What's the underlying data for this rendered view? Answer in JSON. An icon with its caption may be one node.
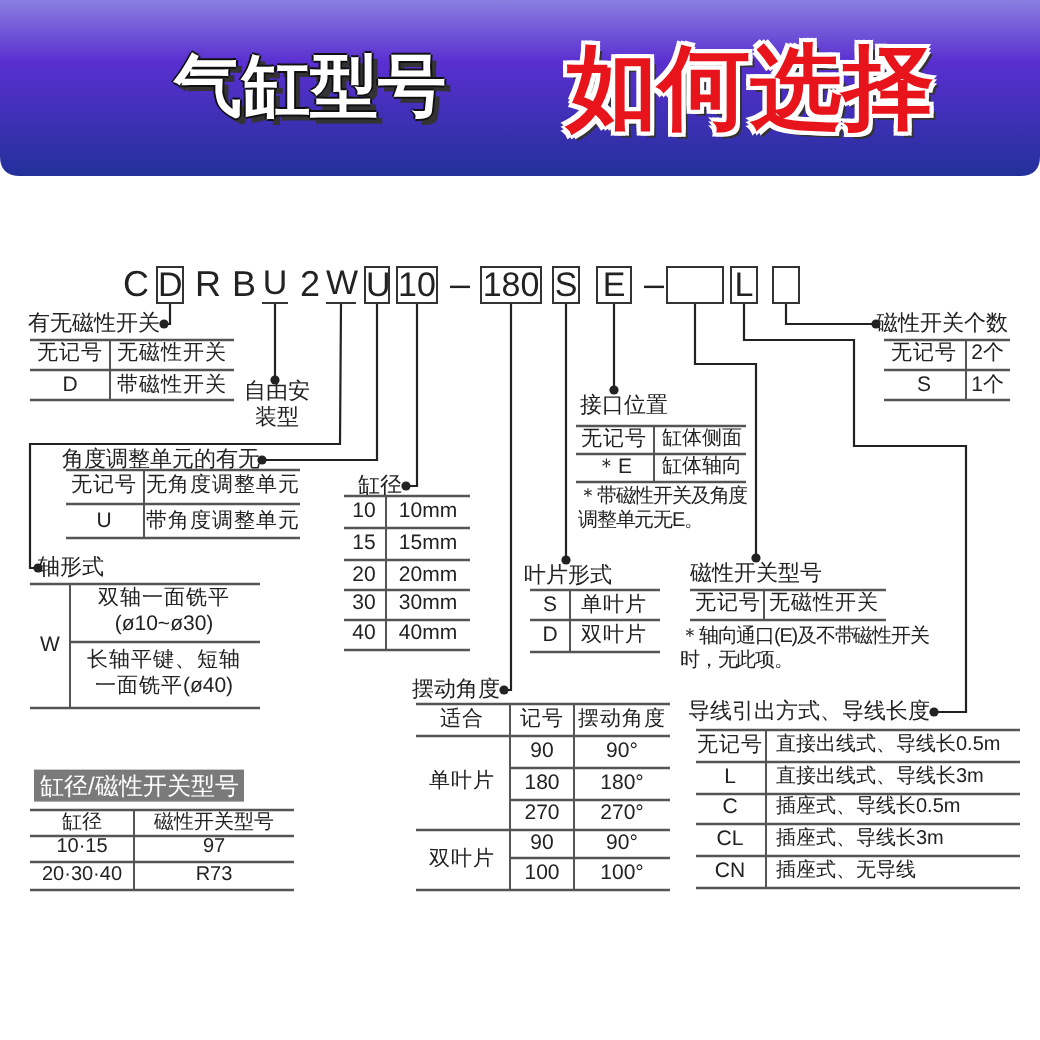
{
  "diagram": {
    "title": "气缸型号",
    "nodes": [
      {
        "text": [
          "D"
        ]
      },
      {
        "text": [
          "U"
        ]
      },
      {
        "text": [
          "W"
        ]
      },
      {
        "text": [
          "U"
        ]
      },
      {
        "text": [
          "10"
        ]
      },
      {
        "text": [
          "180"
        ]
      },
      {
        "text": [
          "S"
        ]
      },
      {
        "text": [
          "E"
        ]
      },
      {
        "text": [],
        "shape": "box"
      },
      {
        "text": [
          "L"
        ]
      },
      {
        "text": [],
        "shape": "box"
      },
      {
        "text": [
          "有无磁性开关"
        ]
      },
      {
        "text": [
          "自由安装型"
        ]
      },
      {
        "text": [
          "角度调整单元的有无"
        ]
      },
      {
        "text": [
          "轴形式"
        ]
      },
      {
        "text": [
          "缸径"
        ]
      },
      {
        "text": [
          "摆动角度"
        ]
      },
      {
        "text": [
          "叶片形式"
        ]
      },
      {
        "text": [
          "接口位置"
        ]
      },
      {
        "text": [
          "磁性开关型号"
        ]
      },
      {
        "text": [
          "导线引出方式、导线长度"
        ]
      },
      {
        "text": [
          "磁性开关个数"
        ]
      }
    ],
    "edges": [
      {
        "from": 0,
        "to": 11,
        "arrow": "other"
      },
      {
        "from": 1,
        "to": 12,
        "arrow": "other"
      },
      {
        "from": 2,
        "to": 14,
        "arrow": "other"
      },
      {
        "from": 3,
        "to": 13,
        "arrow": "other"
      },
      {
        "from": 4,
        "to": 15,
        "arrow": "other"
      },
      {
        "from": 5,
        "to": 16,
        "arrow": "other"
      },
      {
        "from": 6,
        "to": 17,
        "arrow": "other"
      },
      {
        "from": 7,
        "to": 18,
        "arrow": "other"
      },
      {
        "from": 8,
        "to": 19,
        "arrow": "other"
      },
      {
        "from": 9,
        "to": 20,
        "arrow": "other"
      },
      {
        "from": 10,
        "to": 21,
        "arrow": "other"
      }
    ],
    "labels": [
      "如何选择",
      "C",
      "R",
      "B",
      "2",
      "–",
      "–",
      "无记号",
      "2个",
      "S",
      "1个",
      "无记号",
      "无磁性开关",
      "D",
      "带磁性开关",
      "无记号",
      "缸体侧面",
      "＊E",
      "缸体轴向",
      "＊带磁性开关及角度调整单元无E。",
      "无记号",
      "无角度调整单元",
      "U",
      "带角度调整单元",
      "10",
      "10mm",
      "15",
      "15mm",
      "20",
      "20mm",
      "30",
      "30mm",
      "40",
      "40mm",
      "W",
      "双轴一面铣平 (ø10~ø30)",
      "长轴平键、短轴一面铣平(ø40)",
      "S",
      "单叶片",
      "D",
      "双叶片",
      "无记号",
      "无磁性开关",
      "＊轴向通口(E)及不带磁性开关时，无此项。",
      "适合",
      "记号",
      "摆动角度",
      "单叶片",
      "90",
      "90°",
      "180",
      "180°",
      "270",
      "270°",
      "双叶片",
      "90",
      "90°",
      "100",
      "100°",
      "无记号",
      "直接出线式、导线长0.5m",
      "L",
      "直接出线式、导线长3m",
      "C",
      "插座式、导线长0.5m",
      "CL",
      "插座式、导线长3m",
      "CN",
      "插座式、无导线",
      "缸径/磁性开关型号",
      "缸径",
      "磁性开关型号",
      "10·15",
      "97",
      "20·30·40",
      "R73"
    ]
  }
}
